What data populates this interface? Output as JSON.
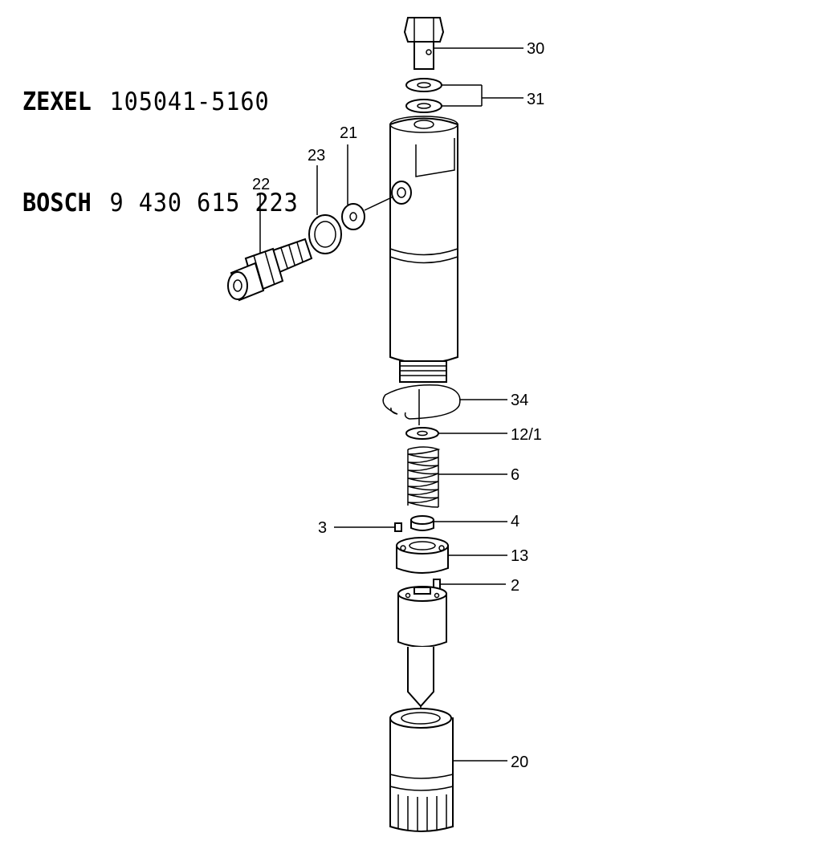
{
  "header": {
    "line1_brand": "ZEXEL",
    "line1_number": "105041-5160",
    "line2_brand": "BOSCH",
    "line2_number": "9 430 615 223"
  },
  "callouts": {
    "c30": "30",
    "c31": "31",
    "c21": "21",
    "c23": "23",
    "c22": "22",
    "c34": "34",
    "c12_1": "12/1",
    "c6": "6",
    "c3": "3",
    "c4": "4",
    "c13": "13",
    "c2": "2",
    "c20": "20"
  }
}
